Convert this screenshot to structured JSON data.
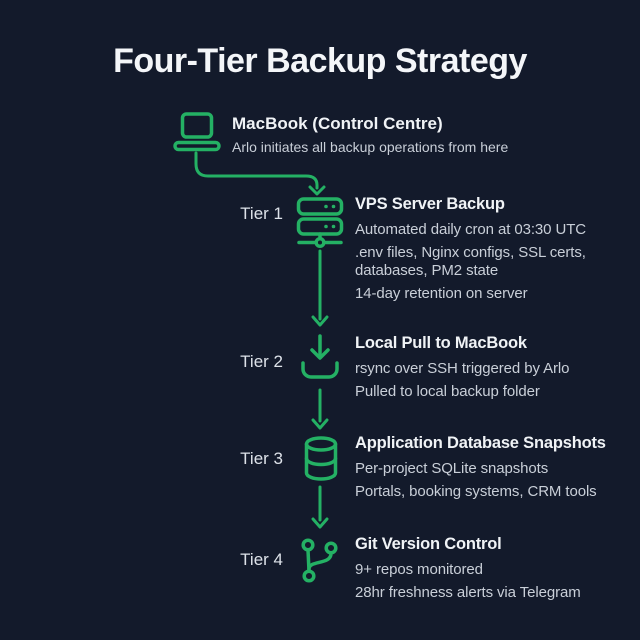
{
  "page": {
    "title": "Four-Tier Backup Strategy",
    "background_color": "#131a2b",
    "accent_color": "#24b164",
    "heading_color": "#f0f3f6",
    "body_text_color": "#c9cfd8"
  },
  "control_centre": {
    "icon": "laptop-icon",
    "heading": "MacBook (Control Centre)",
    "subheading": "Arlo initiates all backup operations from here"
  },
  "tiers": [
    {
      "label": "Tier 1",
      "icon": "server-icon",
      "heading": "VPS Server Backup",
      "details": [
        "Automated daily cron at 03:30 UTC",
        ".env files, Nginx configs, SSL certs, databases, PM2 state",
        "14-day retention on server"
      ]
    },
    {
      "label": "Tier 2",
      "icon": "download-icon",
      "heading": "Local Pull to MacBook",
      "details": [
        "rsync over SSH triggered by Arlo",
        "Pulled to local backup folder"
      ]
    },
    {
      "label": "Tier 3",
      "icon": "database-icon",
      "heading": "Application Database Snapshots",
      "details": [
        "Per-project SQLite snapshots",
        "Portals, booking systems, CRM tools"
      ]
    },
    {
      "label": "Tier 4",
      "icon": "git-branch-icon",
      "heading": "Git Version Control",
      "details": [
        "9+ repos monitored",
        "28hr freshness alerts via Telegram"
      ]
    }
  ]
}
